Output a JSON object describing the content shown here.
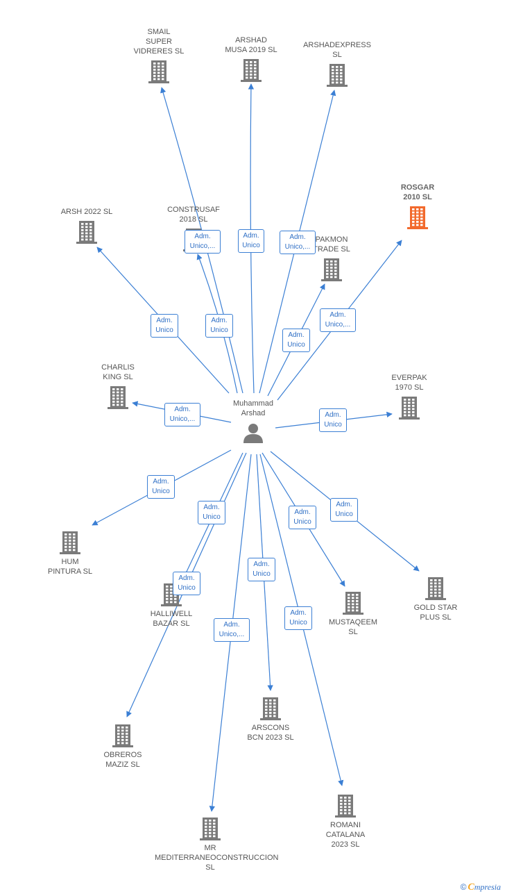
{
  "colors": {
    "edge": "#3b7fd4",
    "node": "#7a7a7a",
    "highlight": "#f26a2d"
  },
  "person": {
    "name": "Muhammad\nArshad"
  },
  "companies": [
    {
      "id": "smail",
      "label": "SMAIL\nSUPER\nVIDRERES  SL",
      "highlight": false
    },
    {
      "id": "arshadmusa",
      "label": "ARSHAD\nMUSA 2019  SL",
      "highlight": false
    },
    {
      "id": "arshadexpress",
      "label": "ARSHADEXPRESS\nSL",
      "highlight": false
    },
    {
      "id": "rosgar",
      "label": "ROSGAR\n2010  SL",
      "highlight": true
    },
    {
      "id": "arsh2022",
      "label": "ARSH 2022  SL",
      "highlight": false
    },
    {
      "id": "construsaf",
      "label": "CONSTRUSAF\n2018  SL",
      "highlight": false
    },
    {
      "id": "pakmon",
      "label": "PAKMON\nTRADE SL",
      "highlight": false
    },
    {
      "id": "charlis",
      "label": "CHARLIS\nKING SL",
      "highlight": false
    },
    {
      "id": "everpak",
      "label": "EVERPAK\n1970  SL",
      "highlight": false
    },
    {
      "id": "hum",
      "label": "HUM\nPINTURA  SL",
      "highlight": false
    },
    {
      "id": "halliwell",
      "label": "HALLIWELL\nBAZAR  SL",
      "highlight": false
    },
    {
      "id": "mustaqeem",
      "label": "MUSTAQEEM\nSL",
      "highlight": false
    },
    {
      "id": "goldstar",
      "label": "GOLD STAR\nPLUS  SL",
      "highlight": false
    },
    {
      "id": "obreros",
      "label": "OBREROS\nMAZIZ  SL",
      "highlight": false
    },
    {
      "id": "arscons",
      "label": "ARSCONS\nBCN 2023  SL",
      "highlight": false
    },
    {
      "id": "romani",
      "label": "ROMANI\nCATALANA\n2023  SL",
      "highlight": false
    },
    {
      "id": "mr",
      "label": "MR\nMEDITERRANEOCONSTRUCCION\nSL",
      "highlight": false
    }
  ],
  "edges": [
    {
      "to": "smail",
      "label": "Adm.\nUnico"
    },
    {
      "to": "arshadmusa",
      "label": "Adm.\nUnico"
    },
    {
      "to": "arshadexpress",
      "label": "Adm.\nUnico,..."
    },
    {
      "to": "rosgar",
      "label": "Adm.\nUnico,..."
    },
    {
      "to": "arsh2022",
      "label": "Adm.\nUnico"
    },
    {
      "to": "construsaf",
      "label": "Adm.\nUnico,..."
    },
    {
      "to": "pakmon",
      "label": "Adm.\nUnico"
    },
    {
      "to": "charlis",
      "label": "Adm.\nUnico,..."
    },
    {
      "to": "everpak",
      "label": "Adm.\nUnico"
    },
    {
      "to": "hum",
      "label": "Adm.\nUnico"
    },
    {
      "to": "halliwell",
      "label": "Adm.\nUnico"
    },
    {
      "to": "mustaqeem",
      "label": "Adm.\nUnico"
    },
    {
      "to": "goldstar",
      "label": "Adm.\nUnico"
    },
    {
      "to": "obreros",
      "label": "Adm.\nUnico"
    },
    {
      "to": "arscons",
      "label": "Adm.\nUnico"
    },
    {
      "to": "romani",
      "label": "Adm.\nUnico"
    },
    {
      "to": "mr",
      "label": "Adm.\nUnico,..."
    }
  ],
  "brand": {
    "copyright": "©",
    "initial": "C",
    "name": "mpresia"
  }
}
